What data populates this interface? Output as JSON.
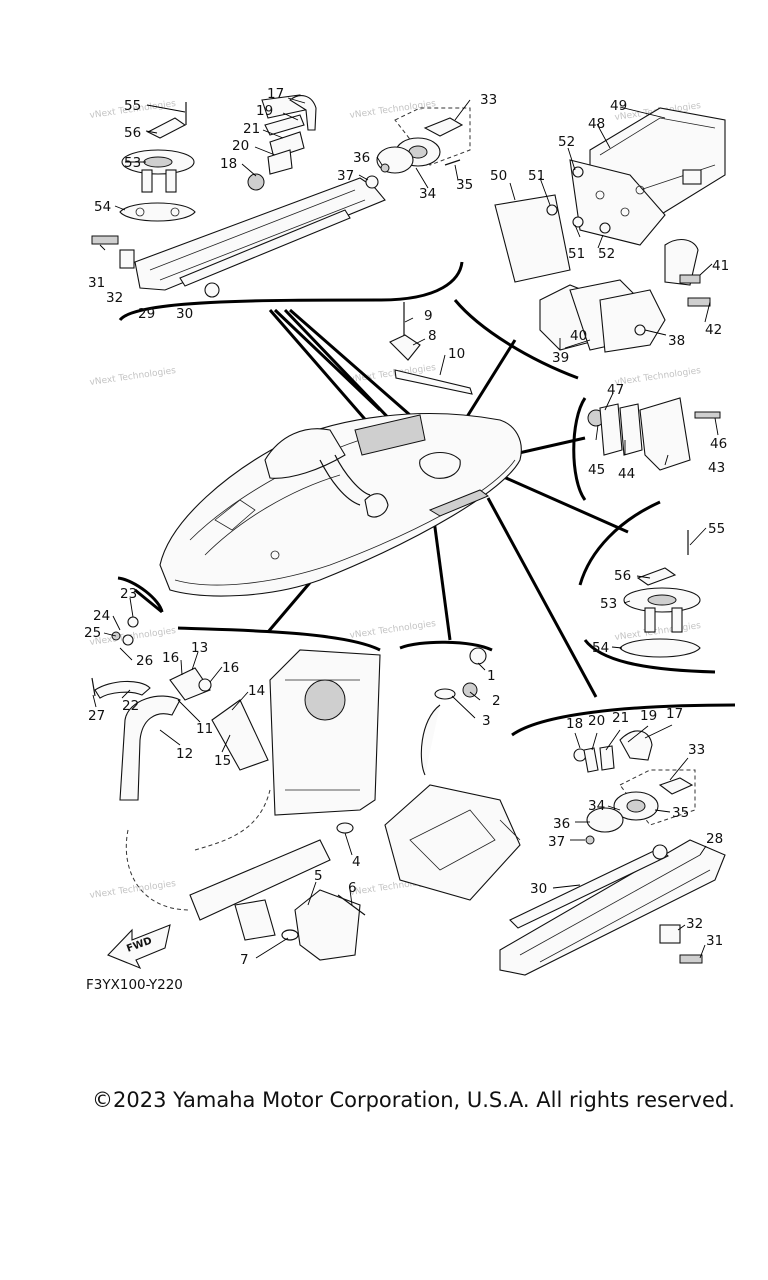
{
  "diagram_code": "F3YX100-Y220",
  "copyright": "©2023 Yamaha Motor Corporation, U.S.A. All rights reserved.",
  "fwd_label": "FWD",
  "watermark": "vNext Technologies",
  "callouts": {
    "c1": "1",
    "c2": "2",
    "c3": "3",
    "c4": "4",
    "c5": "5",
    "c6": "6",
    "c7": "7",
    "c8": "8",
    "c9": "9",
    "c10": "10",
    "c11": "11",
    "c12": "12",
    "c13": "13",
    "c14": "14",
    "c15": "15",
    "c16a": "16",
    "c16b": "16",
    "c17a": "17",
    "c17b": "17",
    "c18a": "18",
    "c18b": "18",
    "c19a": "19",
    "c19b": "19",
    "c20a": "20",
    "c20b": "20",
    "c21a": "21",
    "c21b": "21",
    "c22": "22",
    "c23": "23",
    "c24": "24",
    "c25": "25",
    "c26": "26",
    "c27": "27",
    "c28": "28",
    "c29": "29",
    "c30a": "30",
    "c30b": "30",
    "c31a": "31",
    "c31b": "31",
    "c32a": "32",
    "c32b": "32",
    "c33a": "33",
    "c33b": "33",
    "c34a": "34",
    "c34b": "34",
    "c35a": "35",
    "c35b": "35",
    "c36a": "36",
    "c36b": "36",
    "c37a": "37",
    "c37b": "37",
    "c38": "38",
    "c39": "39",
    "c40": "40",
    "c41": "41",
    "c42": "42",
    "c43": "43",
    "c44": "44",
    "c45": "45",
    "c46": "46",
    "c47": "47",
    "c48": "48",
    "c49": "49",
    "c50": "50",
    "c51a": "51",
    "c51b": "51",
    "c52a": "52",
    "c52b": "52",
    "c53a": "53",
    "c53b": "53",
    "c54a": "54",
    "c54b": "54",
    "c55a": "55",
    "c55b": "55",
    "c56a": "56",
    "c56b": "56"
  }
}
